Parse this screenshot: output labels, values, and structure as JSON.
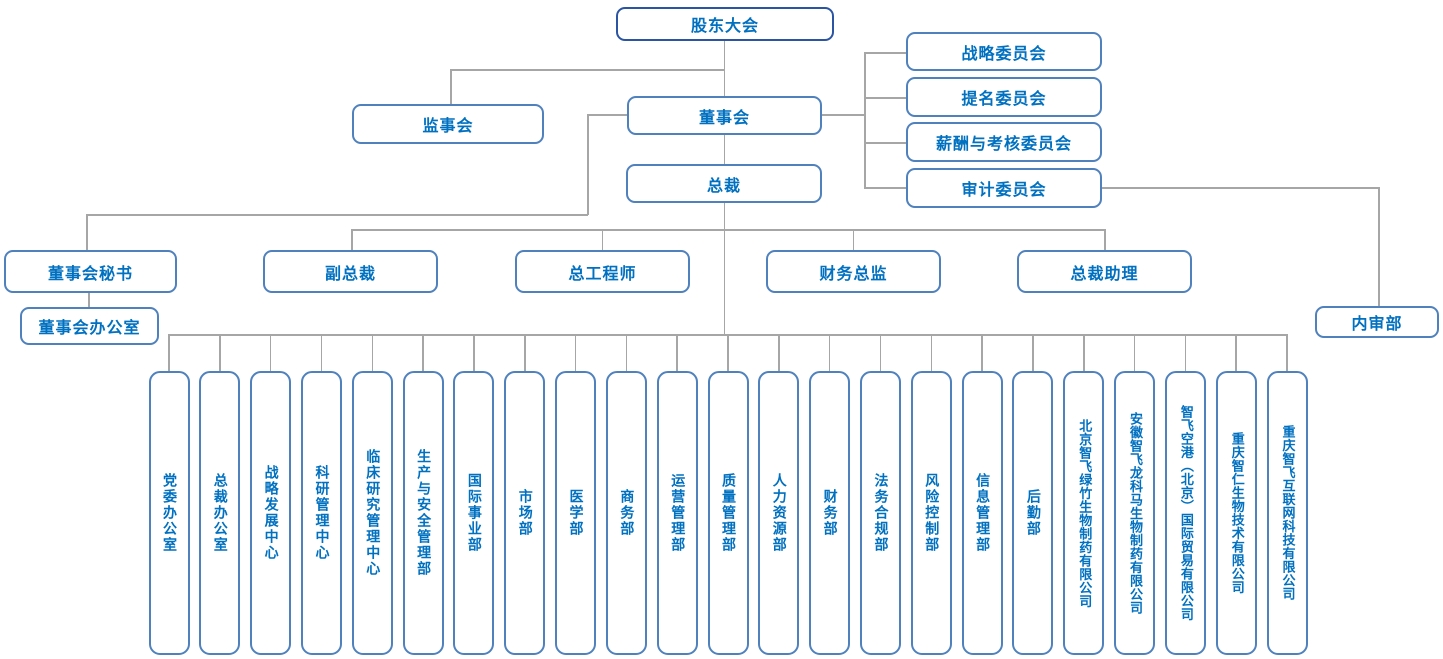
{
  "colors": {
    "box_border": "#4f81bd",
    "top_border": "#2b55a2",
    "text_blue": "#0070c0",
    "line_gray": "#a6a6a6",
    "bg": "#ffffff"
  },
  "governance": {
    "shareholders_meeting": "股东大会",
    "supervisory_board": "监事会",
    "board_of_directors": "董事会",
    "president": "总裁",
    "board_office": "董事会办公室",
    "internal_audit_dept": "内审部"
  },
  "committees": [
    "战略委员会",
    "提名委员会",
    "薪酬与考核委员会",
    "审计委员会"
  ],
  "executives": [
    "董事会秘书",
    "副总裁",
    "总工程师",
    "财务总监",
    "总裁助理"
  ],
  "departments": [
    "党委办公室",
    "总裁办公室",
    "战略发展中心",
    "科研管理中心",
    "临床研究管理中心",
    "生产与安全管理部",
    "国际事业部",
    "市场部",
    "医学部",
    "商务部",
    "运营管理部",
    "质量管理部",
    "人力资源部",
    "财务部",
    "法务合规部",
    "风险控制部",
    "信息管理部",
    "后勤部",
    "北京智飞绿竹生物制药有限公司",
    "安徽智飞龙科马生物制药有限公司",
    "智飞空港（北京）国际贸易有限公司",
    "重庆智仁生物技术有限公司",
    "重庆智飞互联网科技有限公司"
  ]
}
